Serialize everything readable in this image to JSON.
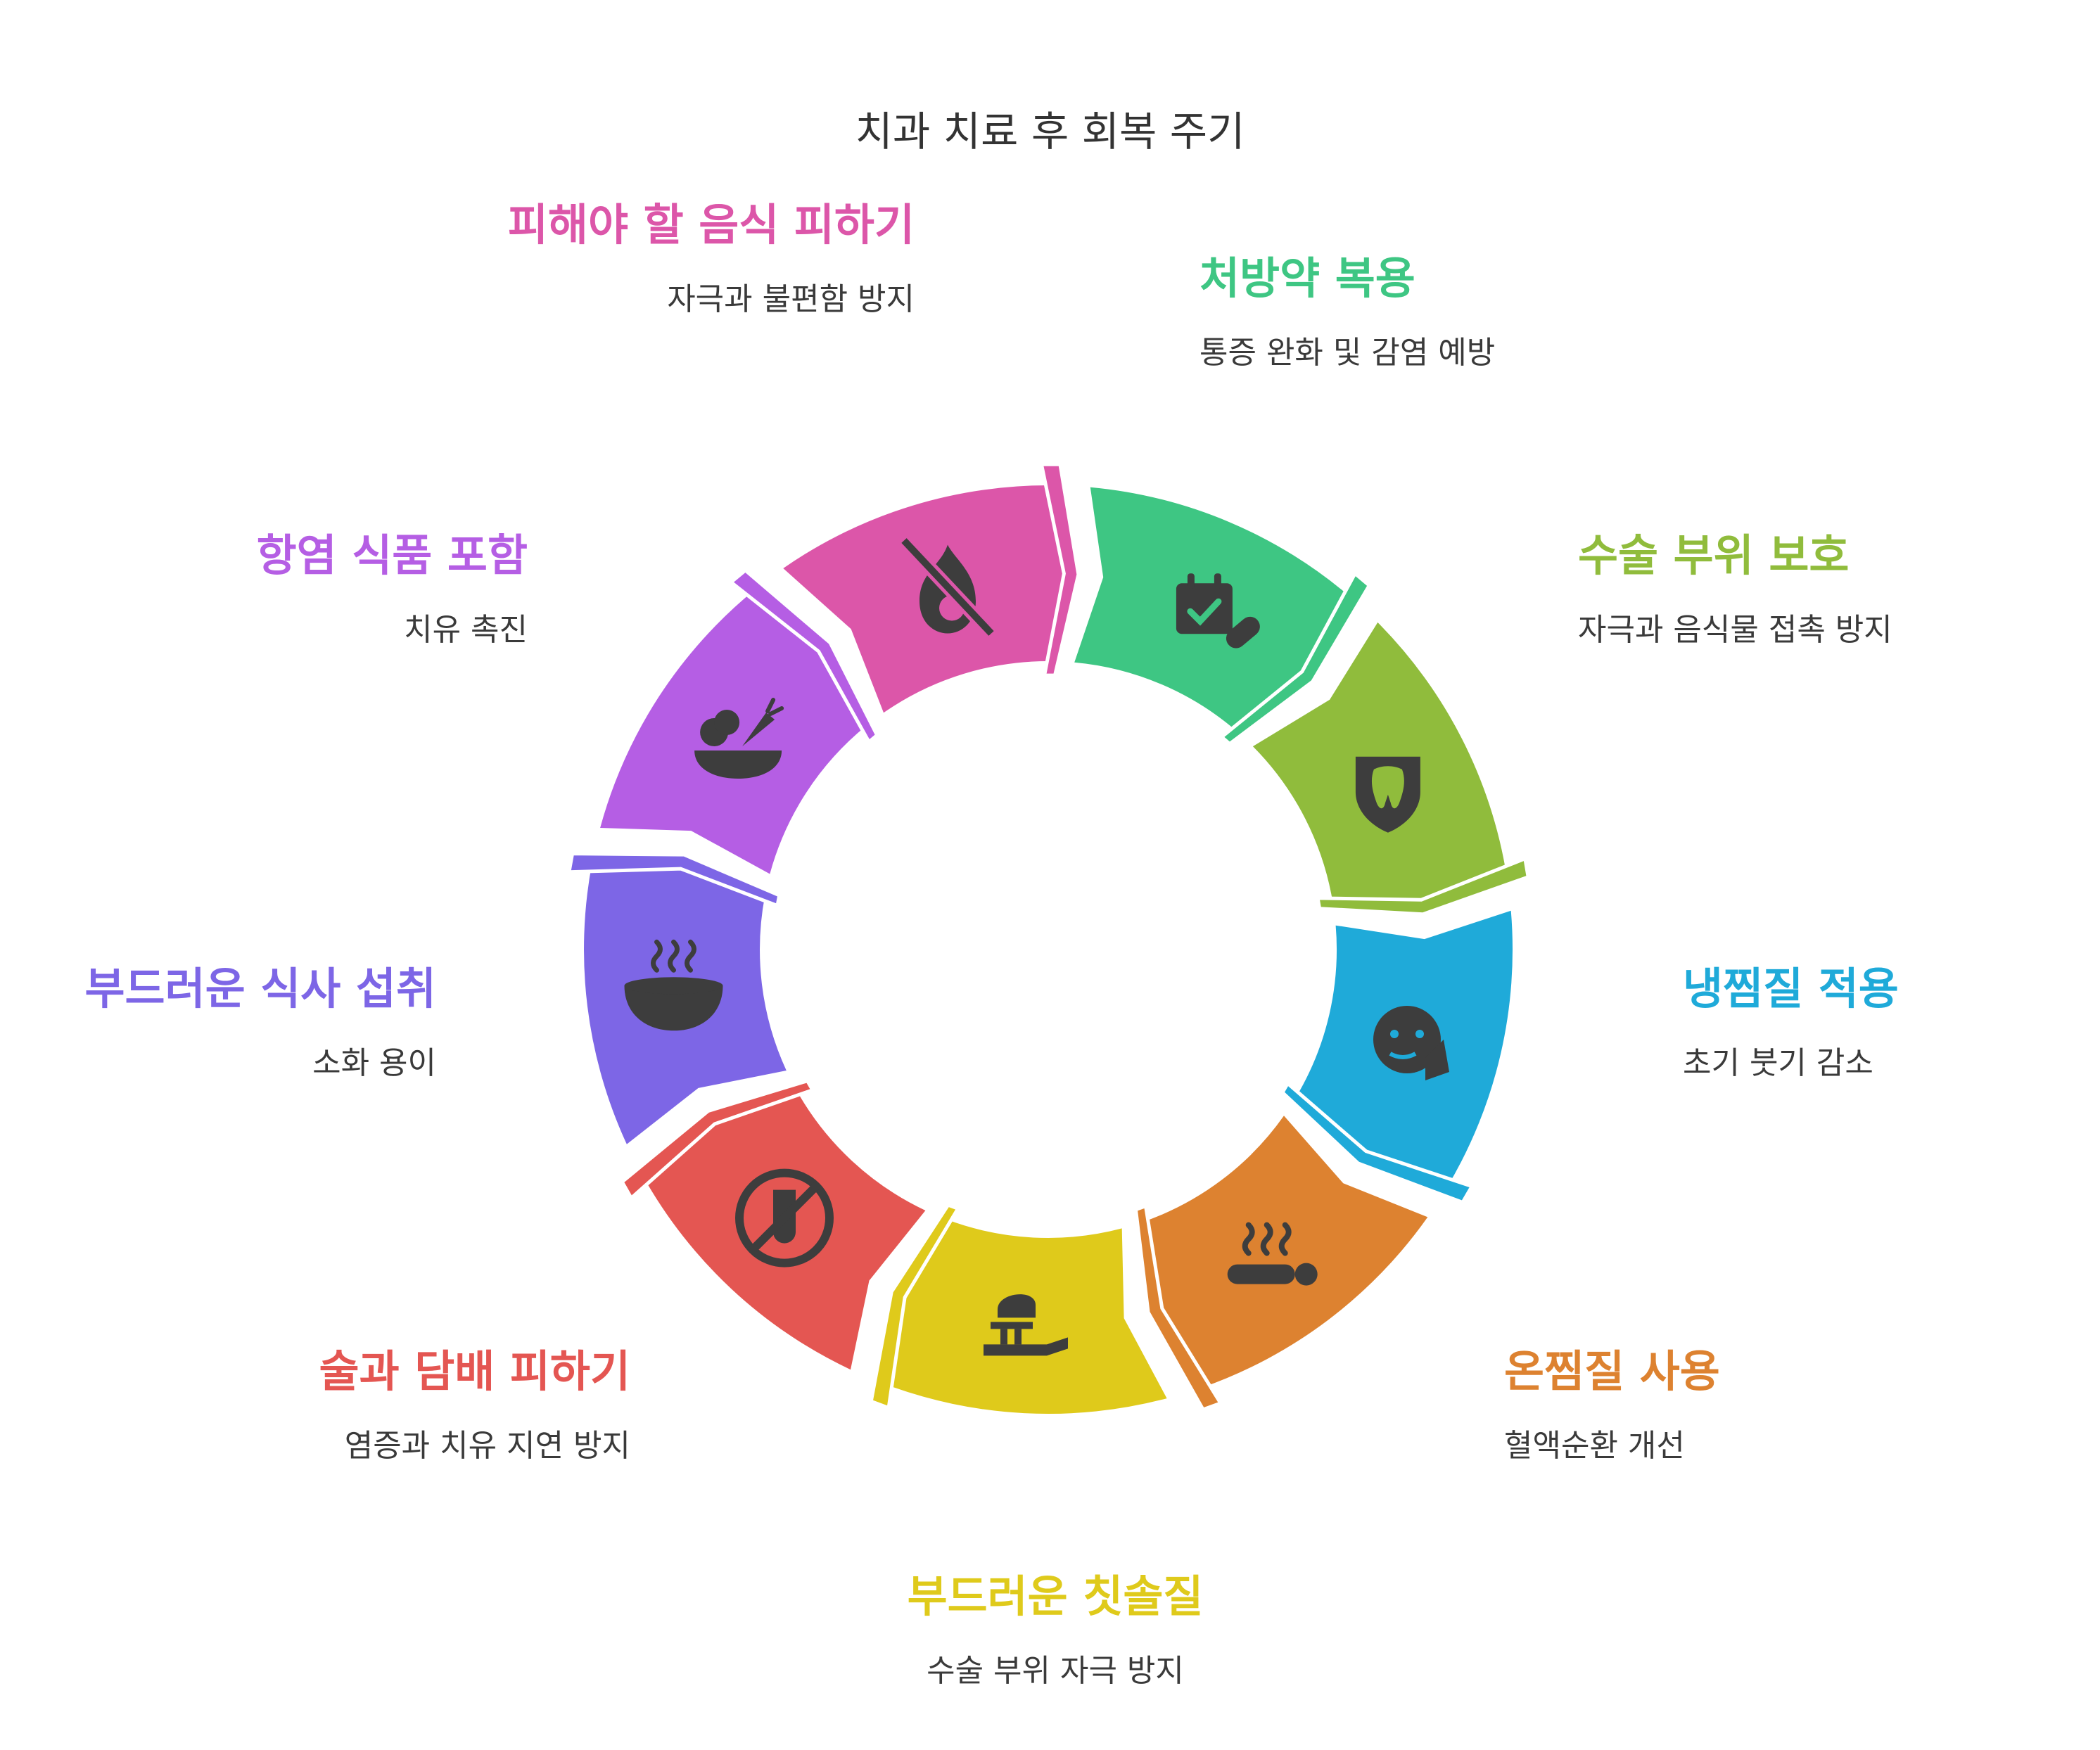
{
  "title": "치과 치료 후 회복 주기",
  "steps": [
    {
      "label": "처방약 복용",
      "desc": "통증 완화 및 감염 예방",
      "color": "#3ec683",
      "icon": "calendar-pill-icon"
    },
    {
      "label": "수술 부위 보호",
      "desc": "자극과 음식물 접촉 방지",
      "color": "#90bc3c",
      "icon": "tooth-shield-icon"
    },
    {
      "label": "냉찜질 적용",
      "desc": "초기 붓기 감소",
      "color": "#1faad9",
      "icon": "cold-face-icon"
    },
    {
      "label": "온찜질 사용",
      "desc": "혈액순환 개선",
      "color": "#dd8230",
      "icon": "hot-pack-icon"
    },
    {
      "label": "부드러운 칫솔질",
      "desc": "수술 부위 자극 방지",
      "color": "#dfca1b",
      "icon": "toothbrush-icon"
    },
    {
      "label": "술과 담배 피하기",
      "desc": "염증과 치유 지연 방지",
      "color": "#e45652",
      "icon": "no-drinks-icon"
    },
    {
      "label": "부드러운 식사 섭취",
      "desc": "소화 용이",
      "color": "#7d66e6",
      "icon": "soup-bowl-icon"
    },
    {
      "label": "항염 식품 포함",
      "desc": "치유 촉진",
      "color": "#b55ee4",
      "icon": "veggie-bowl-icon"
    },
    {
      "label": "피해야 할 음식 피하기",
      "desc": "자극과 불편함 방지",
      "color": "#dc56a9",
      "icon": "no-spicy-icon"
    }
  ]
}
